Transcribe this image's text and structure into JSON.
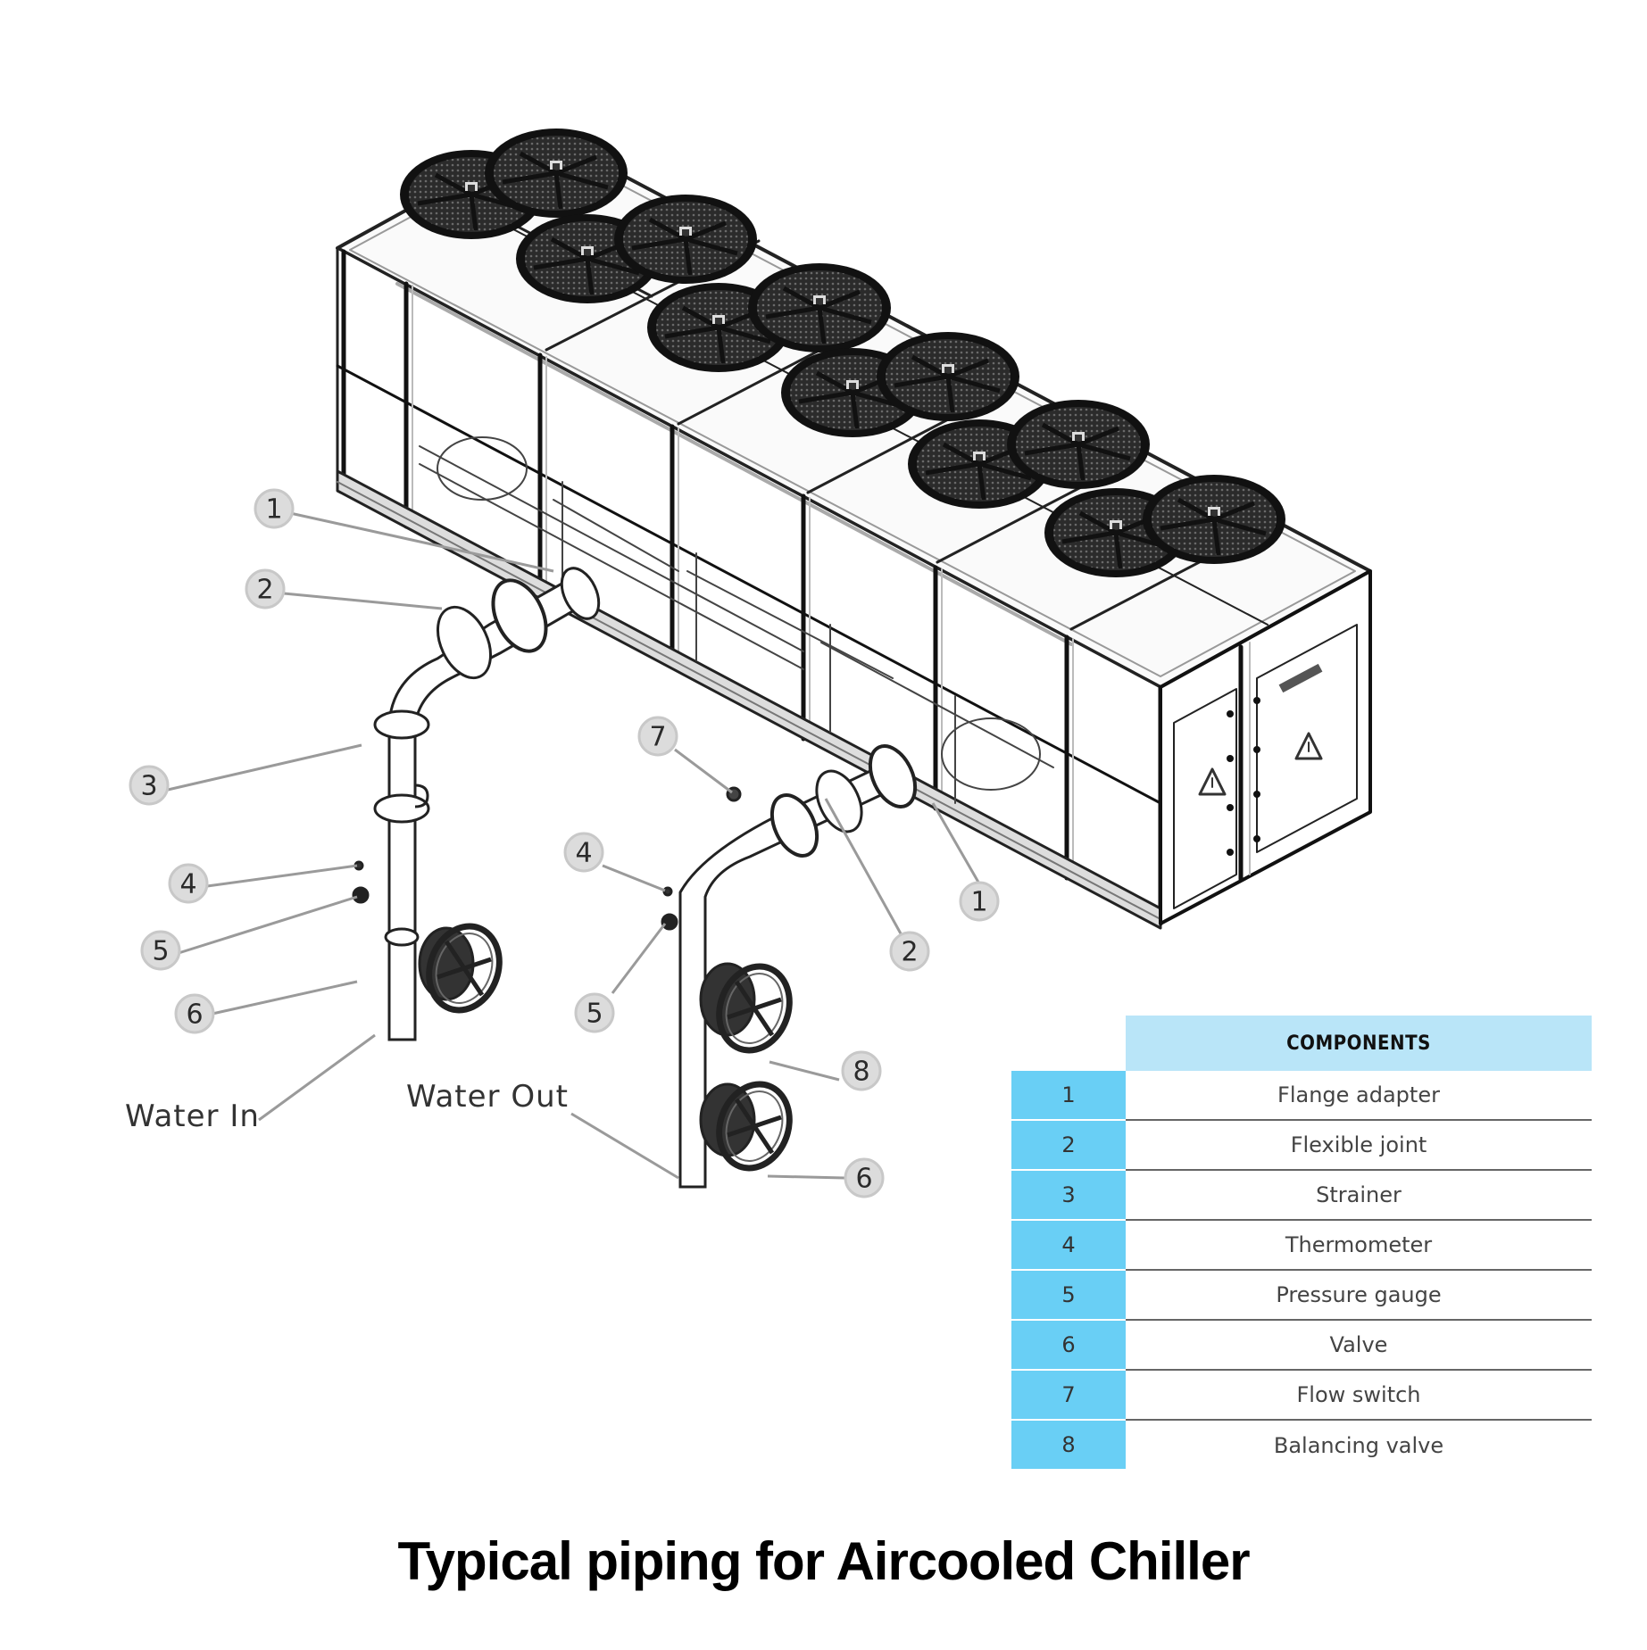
{
  "title": "Typical piping for Aircooled Chiller",
  "flow_labels": {
    "water_in": "Water In",
    "water_out": "Water Out"
  },
  "callouts": {
    "left_1": "1",
    "left_2": "2",
    "left_3": "3",
    "left_4": "4",
    "left_5": "5",
    "left_6": "6",
    "right_7": "7",
    "right_4": "4",
    "right_5": "5",
    "right_2": "2",
    "right_1": "1",
    "right_8": "8",
    "right_6": "6"
  },
  "table": {
    "header": "COMPONENTS",
    "rows": [
      {
        "num": "1",
        "label": "Flange adapter"
      },
      {
        "num": "2",
        "label": "Flexible joint"
      },
      {
        "num": "3",
        "label": "Strainer"
      },
      {
        "num": "4",
        "label": "Thermometer"
      },
      {
        "num": "5",
        "label": "Pressure gauge"
      },
      {
        "num": "6",
        "label": "Valve"
      },
      {
        "num": "7",
        "label": "Flow switch"
      },
      {
        "num": "8",
        "label": "Balancing valve"
      }
    ]
  },
  "colors": {
    "table_header_bg": "#b9e5f8",
    "table_number_bg": "#69cff5",
    "callout_bg": "#dcdcdc",
    "fan": "#1a1a1a"
  },
  "icons": {
    "fan": "fan-icon",
    "warning": "warning-triangle-icon",
    "valve_handwheel": "handwheel-icon"
  }
}
